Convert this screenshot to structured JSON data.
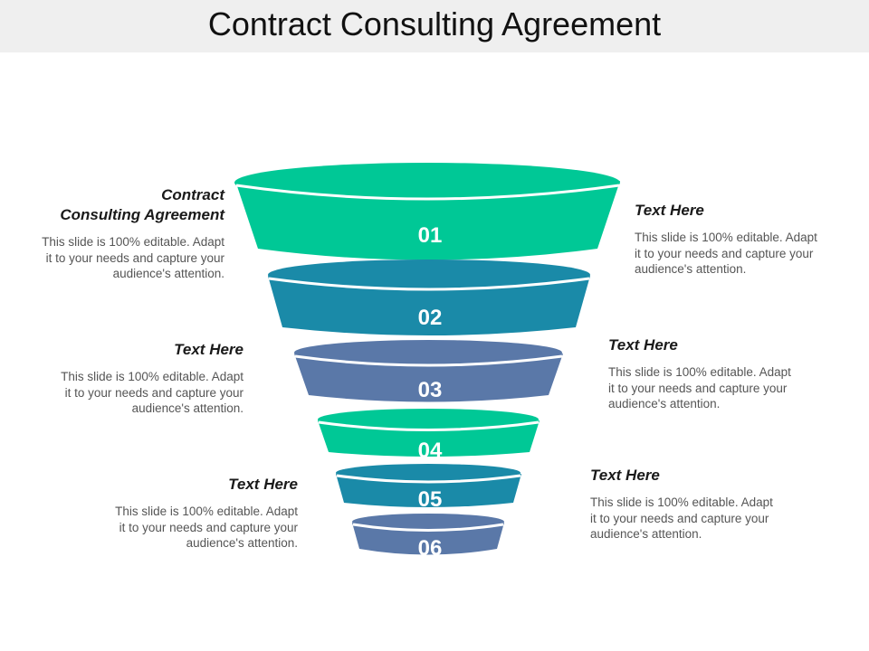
{
  "title": "Contract Consulting Agreement",
  "colors": {
    "teal_green": "#00c896",
    "teal_blue": "#1a8aa8",
    "slate_blue": "#5a78a8"
  },
  "stages": [
    {
      "number": "01",
      "color": "#00c896"
    },
    {
      "number": "02",
      "color": "#1a8aa8"
    },
    {
      "number": "03",
      "color": "#5a78a8"
    },
    {
      "number": "04",
      "color": "#00c896"
    },
    {
      "number": "05",
      "color": "#1a8aa8"
    },
    {
      "number": "06",
      "color": "#5a78a8"
    }
  ],
  "blocks": {
    "left1": {
      "heading_line1": "Contract",
      "heading_line2": "Consulting Agreement",
      "desc": [
        "This slide is 100% editable. Adapt",
        "it to your needs and capture your",
        "audience's attention."
      ]
    },
    "left2": {
      "heading": "Text Here",
      "desc": [
        "This slide is 100% editable. Adapt",
        "it to your needs and capture your",
        "audience's attention."
      ]
    },
    "left3": {
      "heading": "Text Here",
      "desc": [
        "This slide is 100% editable. Adapt",
        "it to your needs and capture your",
        "audience's attention."
      ]
    },
    "right1": {
      "heading": "Text Here",
      "desc": [
        "This slide is 100% editable. Adapt",
        "it to your needs and capture your",
        "audience's attention."
      ]
    },
    "right2": {
      "heading": "Text Here",
      "desc": [
        "This slide is 100% editable. Adapt",
        "it to your needs and capture your",
        "audience's attention."
      ]
    },
    "right3": {
      "heading": "Text Here",
      "desc": [
        "This slide is 100% editable. Adapt",
        "it to your needs and capture your",
        "audience's attention."
      ]
    }
  }
}
